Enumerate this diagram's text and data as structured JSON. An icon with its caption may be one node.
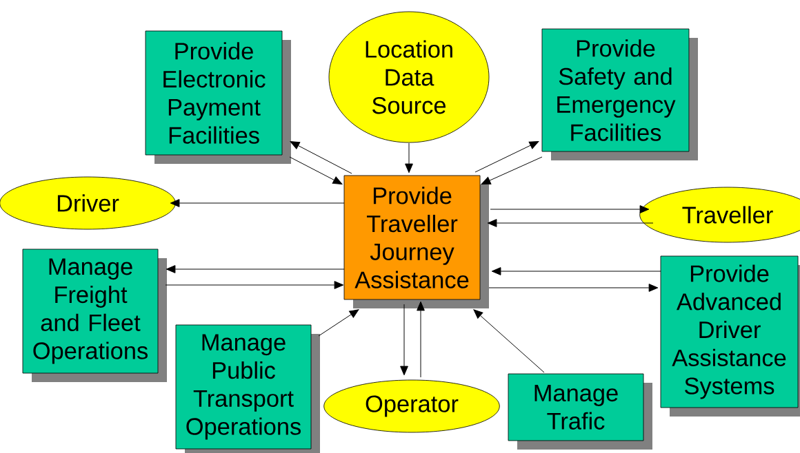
{
  "diagram": {
    "nodes": [
      {
        "text": [
          "Provide Traveller Journey Assistance"
        ]
      },
      {
        "text": [
          "Provide Electronic Payment Facilities"
        ]
      },
      {
        "text": [
          "Location Data Source"
        ]
      },
      {
        "text": [
          "Provide Safety and Emergency Facilities"
        ]
      },
      {
        "text": [
          "Driver"
        ]
      },
      {
        "text": [
          "Traveller"
        ]
      },
      {
        "text": [
          "Manage Freight and Fleet Operations"
        ]
      },
      {
        "text": [
          "Provide Advanced Driver Assistance Systems"
        ]
      },
      {
        "text": [
          "Manage Public Transport Operations"
        ]
      },
      {
        "text": [
          "Operator"
        ]
      },
      {
        "text": [
          "Manage Trafic"
        ]
      }
    ],
    "edges": [
      {
        "from": 0,
        "to": 1,
        "arrow": "to"
      },
      {
        "from": 1,
        "to": 0,
        "arrow": "to"
      },
      {
        "from": 2,
        "to": 0,
        "arrow": "to"
      },
      {
        "from": 0,
        "to": 3,
        "arrow": "to"
      },
      {
        "from": 3,
        "to": 0,
        "arrow": "to"
      },
      {
        "from": 0,
        "to": 4,
        "arrow": "to"
      },
      {
        "from": 0,
        "to": 5,
        "arrow": "to"
      },
      {
        "from": 5,
        "to": 0,
        "arrow": "to"
      },
      {
        "from": 0,
        "to": 6,
        "arrow": "to"
      },
      {
        "from": 6,
        "to": 0,
        "arrow": "to"
      },
      {
        "from": 7,
        "to": 0,
        "arrow": "to"
      },
      {
        "from": 0,
        "to": 7,
        "arrow": "to"
      },
      {
        "from": 8,
        "to": 0,
        "arrow": "to"
      },
      {
        "from": 0,
        "to": 9,
        "arrow": "to"
      },
      {
        "from": 9,
        "to": 0,
        "arrow": "to"
      },
      {
        "from": 10,
        "to": 0,
        "arrow": "to"
      }
    ]
  }
}
